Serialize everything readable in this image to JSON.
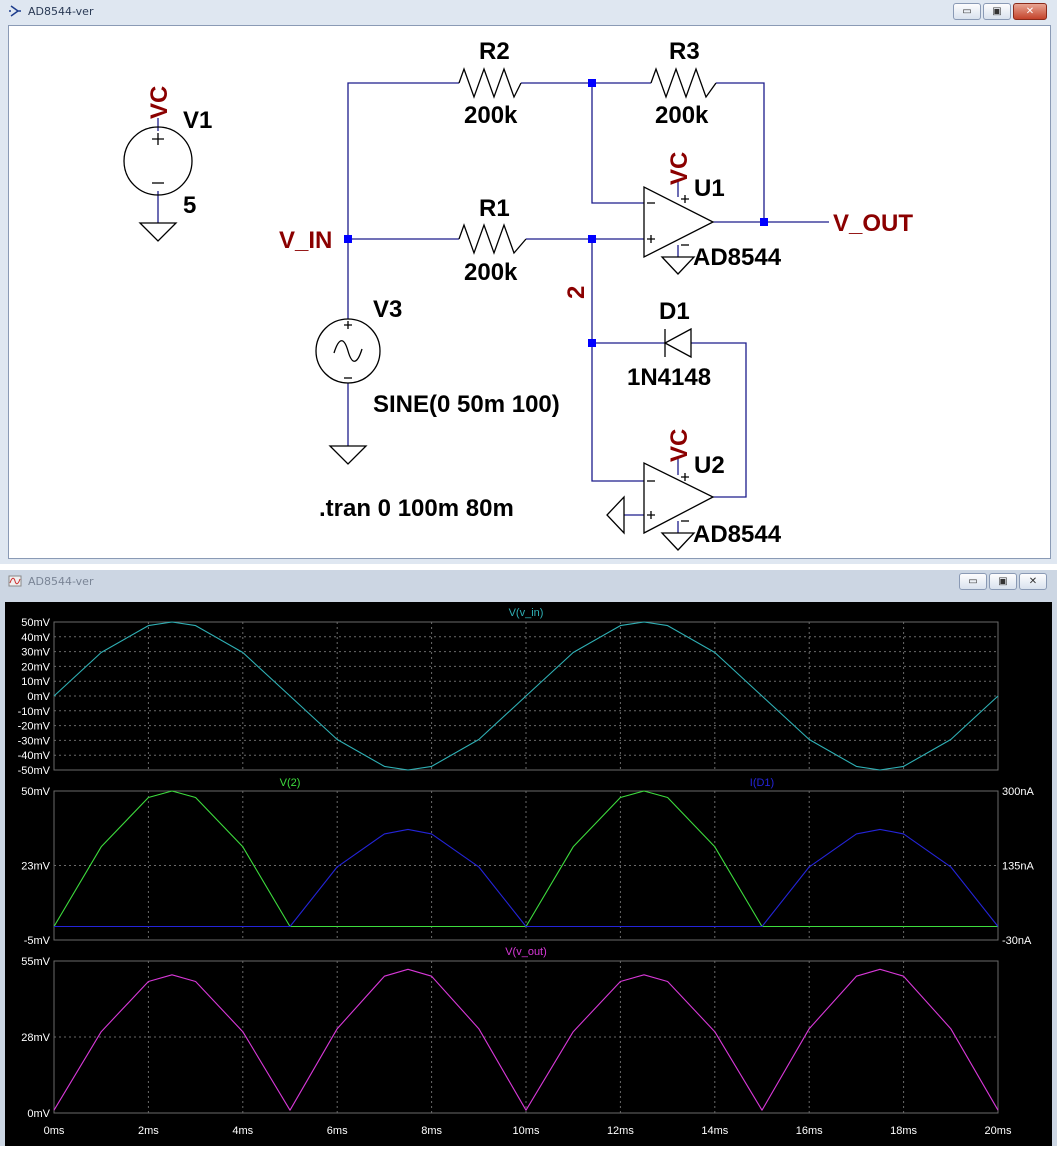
{
  "schematic_window": {
    "title": "AD8544-ver",
    "controls": {
      "minimize": "▭",
      "maximize": "▣",
      "close": "✕"
    }
  },
  "schematic": {
    "components": {
      "r1": {
        "name": "R1",
        "value": "200k"
      },
      "r2": {
        "name": "R2",
        "value": "200k"
      },
      "r3": {
        "name": "R3",
        "value": "200k"
      },
      "v1": {
        "name": "V1",
        "value": "5"
      },
      "v3": {
        "name": "V3",
        "value": "SINE(0 50m 100)"
      },
      "u1": {
        "name": "U1",
        "model": "AD8544"
      },
      "u2": {
        "name": "U2",
        "model": "AD8544"
      },
      "d1": {
        "name": "D1",
        "model": "1N4148"
      }
    },
    "net_labels": {
      "v_in": "V_IN",
      "v_out": "V_OUT",
      "node2": "2",
      "vc": "VC"
    },
    "spice_directive": ".tran 0 100m 80m",
    "colors": {
      "wire": "#1c1c8c",
      "component": "#000000",
      "net_label": "#8b0000",
      "junction": "#0000ff",
      "text": "#000000"
    }
  },
  "plot_window": {
    "title": "AD8544-ver",
    "controls": {
      "minimize": "▭",
      "maximize": "▣",
      "close": "✕"
    }
  },
  "plot": {
    "colors": {
      "background": "#000000",
      "grid": "#6a6a6a",
      "axis_text": "#ffffff"
    },
    "x_ticks": [
      "0ms",
      "2ms",
      "4ms",
      "6ms",
      "8ms",
      "10ms",
      "12ms",
      "14ms",
      "16ms",
      "18ms",
      "20ms"
    ]
  },
  "chart_data": [
    {
      "type": "line",
      "xlabel": "",
      "x_range": [
        0,
        20
      ],
      "ylim": [
        -50,
        50
      ],
      "y_ticks": [
        "50mV",
        "40mV",
        "30mV",
        "20mV",
        "10mV",
        "0mV",
        "-10mV",
        "-20mV",
        "-30mV",
        "-40mV",
        "-50mV"
      ],
      "series": [
        {
          "name": "V(v_in)",
          "color": "#2fb0b5",
          "axis": "left",
          "x": [
            0,
            1,
            2,
            2.5,
            3,
            4,
            5,
            6,
            7,
            7.5,
            8,
            9,
            10,
            11,
            12,
            12.5,
            13,
            14,
            15,
            16,
            17,
            17.5,
            18,
            19,
            20
          ],
          "values": [
            0,
            29.4,
            47.6,
            50,
            47.6,
            29.4,
            0,
            -29.4,
            -47.6,
            -50,
            -47.6,
            -29.4,
            0,
            29.4,
            47.6,
            50,
            47.6,
            29.4,
            0,
            -29.4,
            -47.6,
            -50,
            -47.6,
            -29.4,
            0
          ]
        }
      ]
    },
    {
      "type": "line",
      "ylim": [
        -5,
        50
      ],
      "y_ticks": [
        "50mV",
        "23mV",
        "-5mV"
      ],
      "y2lim": [
        -30,
        300
      ],
      "y2_ticks": [
        "300nA",
        "135nA",
        "-30nA"
      ],
      "series": [
        {
          "name": "V(2)",
          "color": "#3ddc3d",
          "axis": "left",
          "x": [
            0,
            1,
            2,
            2.5,
            3,
            4,
            5,
            5.2,
            10,
            11,
            12,
            12.5,
            13,
            14,
            15,
            15.2,
            20
          ],
          "values": [
            0,
            29.4,
            47.6,
            50,
            47.6,
            29.4,
            0,
            0,
            0,
            29.4,
            47.6,
            50,
            47.6,
            29.4,
            0,
            0,
            0
          ]
        },
        {
          "name": "I(D1)",
          "color": "#2424d8",
          "axis": "right",
          "x": [
            0,
            5,
            6,
            7,
            7.5,
            8,
            9,
            10,
            15,
            16,
            17,
            17.5,
            18,
            19,
            20
          ],
          "values": [
            0,
            0,
            132,
            205,
            215,
            205,
            132,
            0,
            0,
            132,
            205,
            215,
            205,
            132,
            0
          ]
        }
      ]
    },
    {
      "type": "line",
      "xlabel": "",
      "ylim": [
        0,
        55
      ],
      "y_ticks": [
        "55mV",
        "28mV",
        "0mV"
      ],
      "series": [
        {
          "name": "V(v_out)",
          "color": "#d838d8",
          "axis": "left",
          "x": [
            0,
            1,
            2,
            2.5,
            3,
            4,
            5,
            6,
            7,
            7.5,
            8,
            9,
            10,
            11,
            12,
            12.5,
            13,
            14,
            15,
            16,
            17,
            17.5,
            18,
            19,
            20
          ],
          "values": [
            1,
            29.4,
            47.6,
            50,
            47.6,
            29.4,
            1,
            30.5,
            49.5,
            52,
            49.5,
            30.5,
            1,
            29.4,
            47.6,
            50,
            47.6,
            29.4,
            1,
            30.5,
            49.5,
            52,
            49.5,
            30.5,
            1
          ]
        }
      ]
    }
  ]
}
